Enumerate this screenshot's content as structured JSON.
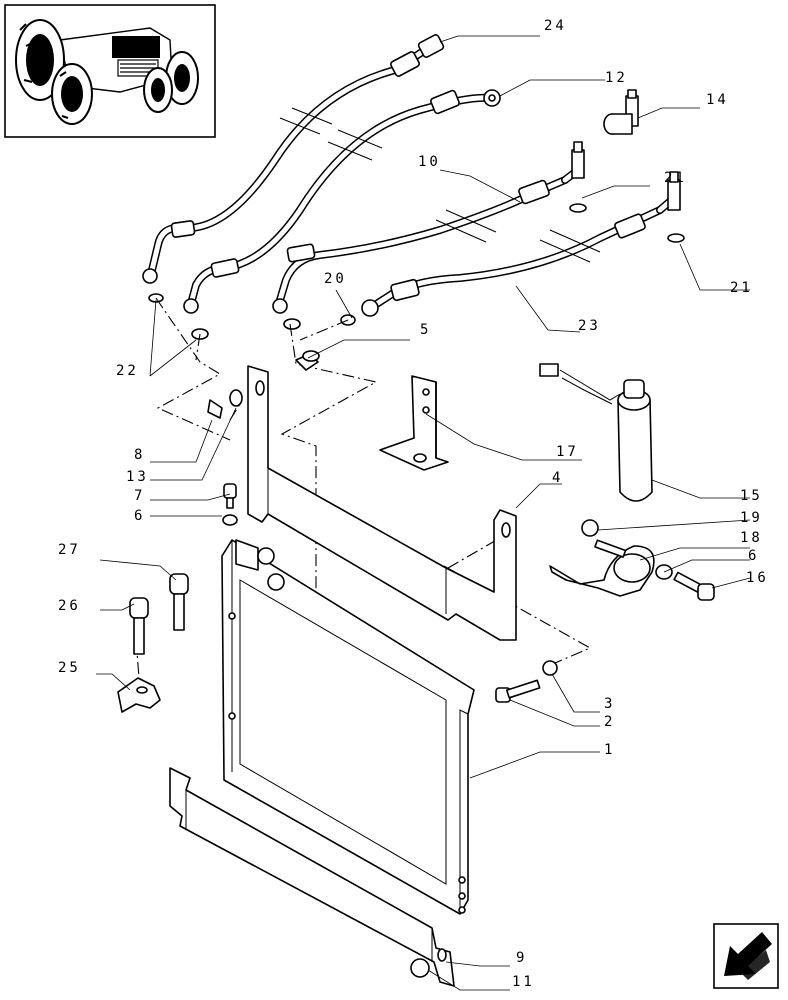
{
  "colors": {
    "line": "#000000",
    "paper": "#ffffff",
    "icon_fill": "#000000"
  },
  "icons": {
    "thumbnail": "tractor-thumbnail-icon",
    "corner": "arrow-left-icon"
  },
  "labels": {
    "l24": "24",
    "l12": "12",
    "l14": "14",
    "l10": "10",
    "l21a": "21",
    "l21b": "21",
    "l20": "20",
    "l23": "23",
    "l22": "22",
    "l5": "5",
    "l17": "17",
    "l8": "8",
    "l13": "13",
    "l7": "7",
    "l6a": "6",
    "l4": "4",
    "l15": "15",
    "l19": "19",
    "l18": "18",
    "l6b": "6",
    "l16": "16",
    "l27": "27",
    "l26": "26",
    "l25": "25",
    "l3": "3",
    "l2": "2",
    "l1": "1",
    "l9": "9",
    "l11": "11"
  }
}
